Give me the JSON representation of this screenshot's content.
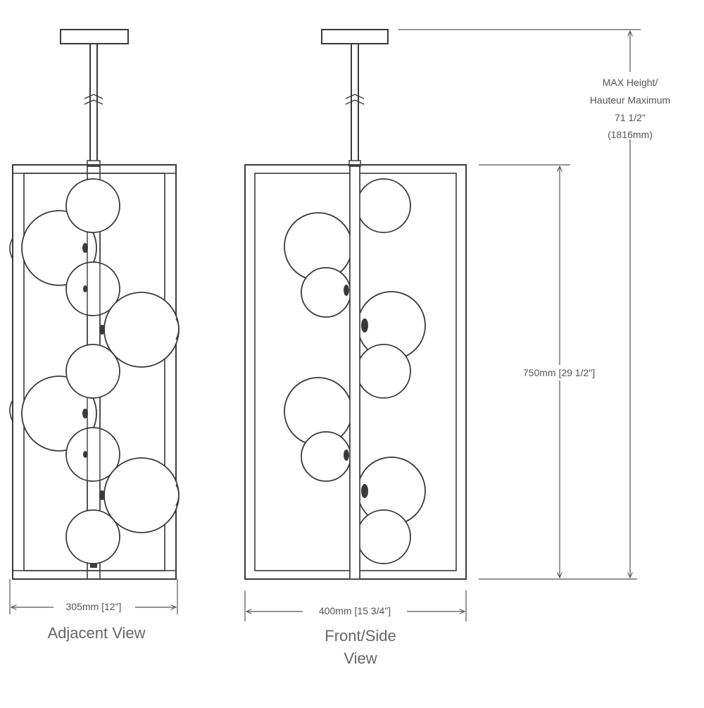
{
  "adjacent_view": {
    "title": "Adjacent View",
    "width_dimension": "305mm [12\"]"
  },
  "front_side_view": {
    "title_line1": "Front/Side",
    "title_line2": "View",
    "width_dimension": "400mm [15 3/4\"]"
  },
  "height_dimension": "750mm [29 1/2\"]",
  "max_height": {
    "line1": "MAX Height/",
    "line2": "Hauteur Maximum",
    "line3": "71 1/2\"",
    "line4": "(1816mm)"
  },
  "colors": {
    "line": "#3a3a3a",
    "dimension_line": "#555555",
    "text": "#555555"
  }
}
